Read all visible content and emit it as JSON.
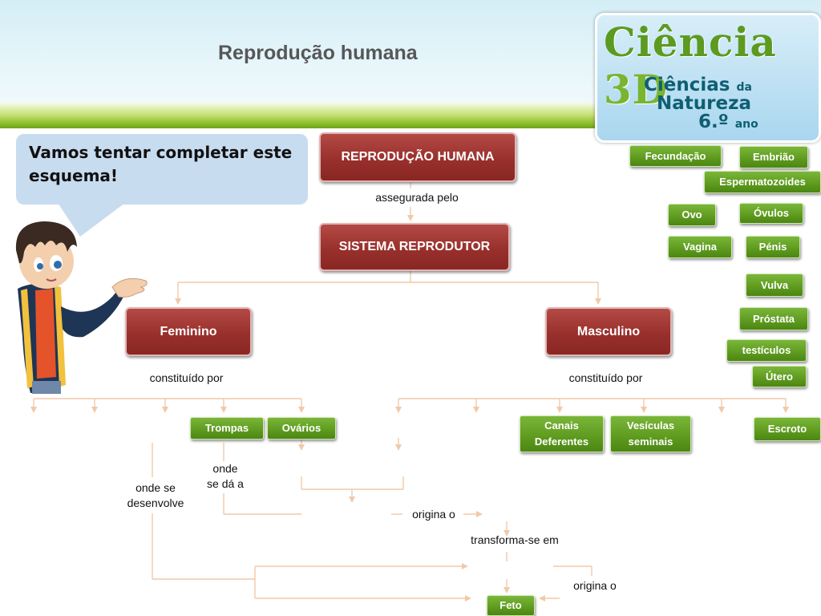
{
  "header": {
    "title": "Reprodução humana"
  },
  "logo": {
    "brand": "Ciência",
    "brand_3d": "3D",
    "line1": "Ciências",
    "line1_small": "da",
    "line2": "Natureza",
    "line3": "6.º",
    "line3_small": "ano"
  },
  "speech_bubble": {
    "text": "Vamos tentar completar este esquema!"
  },
  "diagram": {
    "root": "REPRODUÇÃO HUMANA",
    "link_assegurada": "assegurada  pelo",
    "system": "SISTEMA REPRODUTOR",
    "feminino": "Feminino",
    "masculino": "Masculino",
    "fem_link": "constituído por",
    "masc_link": "constituído por",
    "fem_parts": [
      "Trompas",
      "Ovários"
    ],
    "masc_parts": [
      "Canais\nDeferentes",
      "Vesículas\nseminais",
      "Escroto"
    ],
    "onde_se_da_a": "onde\nse dá a",
    "onde_se_desenvolve": "onde se\ndesenvolve",
    "origina_o_1": "origina o",
    "transforma_se_em": "transforma-se em",
    "origina_o_2": "origina o",
    "feto": "Feto"
  },
  "word_bank": [
    "Fecundação",
    "Embrião",
    "Espermatozoides",
    "Ovo",
    "Óvulos",
    "Vagina",
    "Pénis",
    "Vulva",
    "Próstata",
    "testículos",
    "Útero"
  ],
  "colors": {
    "red_box": "#98302c",
    "green_button": "#5d9a1e",
    "arrow": "#f2c9a8",
    "bubble": "#c8dcf0"
  }
}
